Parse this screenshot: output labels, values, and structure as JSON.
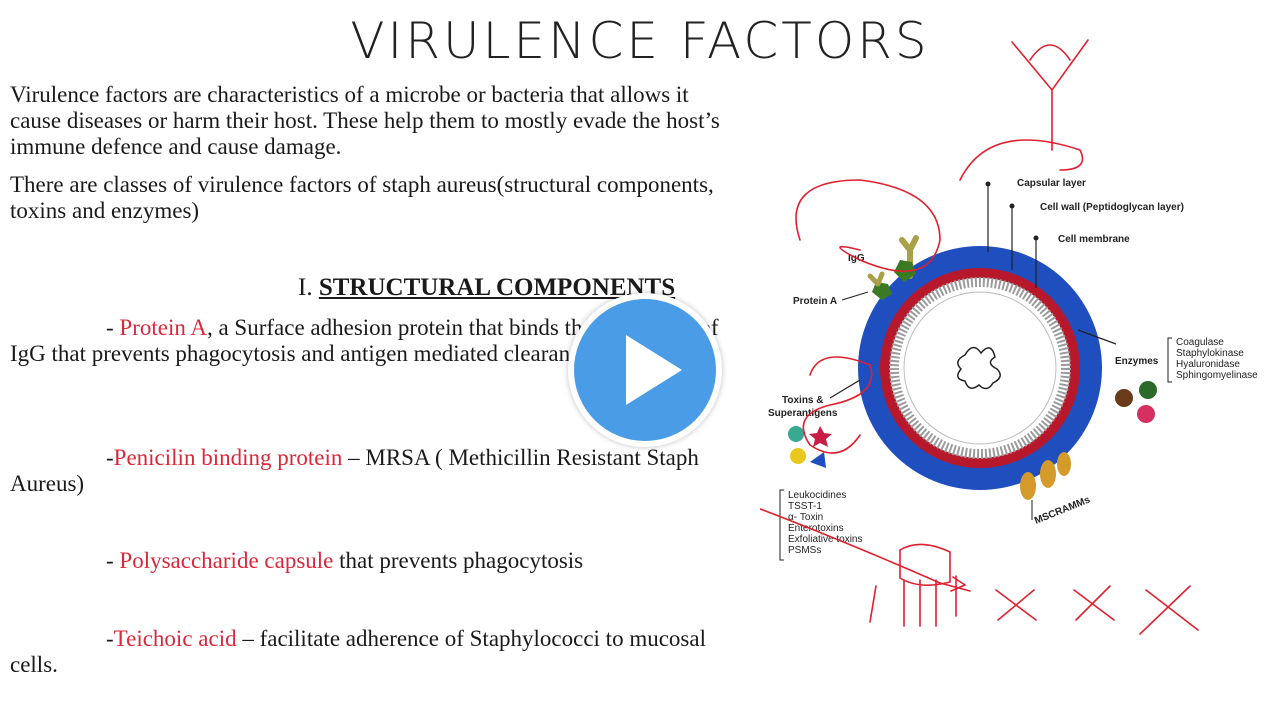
{
  "title": "VIRULENCE FACTORS",
  "intro": {
    "p1": "Virulence factors are characteristics of a microbe or bacteria that allows it cause diseases or harm their host. These help them to mostly evade the host’s immune defence and cause damage.",
    "p2": "There are classes of virulence factors of staph aureus(structural components, toxins and enzymes)"
  },
  "section": {
    "number": "I.",
    "title": "STRUCTURAL COMPONENTS"
  },
  "items": [
    {
      "dash": "- ",
      "term": "Protein A",
      "rest": ", a Surface adhesion protein that binds the Fc portion of IgG that prevents phagocytosis and antigen mediated clearance of the staph."
    },
    {
      "dash": "-",
      "term": "Penicilin binding protein",
      "rest": " – MRSA ( Methicillin Resistant Staph Aureus)"
    },
    {
      "dash": "- ",
      "term": "Polysaccharide capsule",
      "rest": " that prevents phagocytosis"
    },
    {
      "dash": "-",
      "term": "Teichoic acid",
      "rest": " – facilitate adherence of Staphylococci to mucosal cells."
    }
  ],
  "diagram": {
    "capsular_layer": "Capsular layer",
    "cell_wall": "Cell wall (Peptidoglycan layer)",
    "cell_membrane": "Cell membrane",
    "igg": "IgG",
    "protein_a": "Protein A",
    "enzymes": "Enzymes",
    "enzyme_list": [
      "Coagulase",
      "Staphylokinase",
      "Hyaluronidase",
      "Sphingomyelinase"
    ],
    "toxins_line1": "Toxins &",
    "toxins_line2": "Superantigens",
    "toxin_list": [
      "Leukocidines",
      "TSST-1",
      "α- Toxin",
      "Enterotoxins",
      "Exfoliative toxins",
      "PSMSs"
    ],
    "mscramms": "MSCRAMMs"
  },
  "colors": {
    "accent_red": "#d8283a",
    "capsule_blue": "#1f4fbf",
    "wall_red": "#b8182b",
    "play_blue": "#4a9ce6"
  },
  "icons": {
    "play": "play-icon"
  }
}
